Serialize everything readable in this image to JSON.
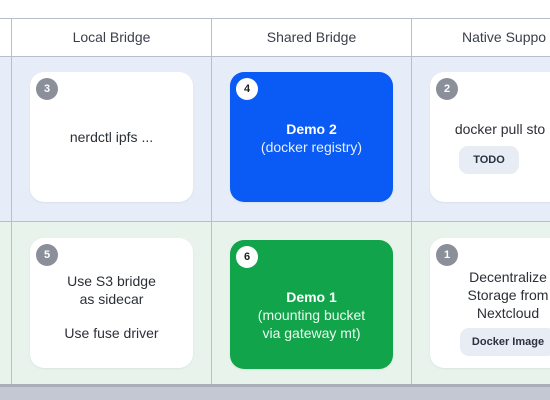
{
  "columns": [
    {
      "label": "Local Bridge"
    },
    {
      "label": "Shared Bridge"
    },
    {
      "label": "Native Suppo"
    }
  ],
  "cards": {
    "local_ipfs": {
      "number": "3",
      "text": "nerdctl ipfs ..."
    },
    "shared_registry": {
      "number": "4",
      "title": "Demo 2",
      "subtitle": "(docker registry)",
      "color": "#0a5af5"
    },
    "native_pull": {
      "number": "2",
      "text": "docker pull sto",
      "badge": "TODO"
    },
    "local_s3": {
      "number": "5",
      "line1": "Use S3 bridge",
      "line2": "as sidecar",
      "line3": "Use fuse driver"
    },
    "shared_mount": {
      "number": "6",
      "title": "Demo 1",
      "line1": "(mounting bucket",
      "line2": "via gateway mt)",
      "color": "#12a44a"
    },
    "native_storage": {
      "number": "1",
      "line1": "Decentralize",
      "line2": "Storage from",
      "line3": "Nextcloud",
      "badge": "Docker Image"
    }
  }
}
